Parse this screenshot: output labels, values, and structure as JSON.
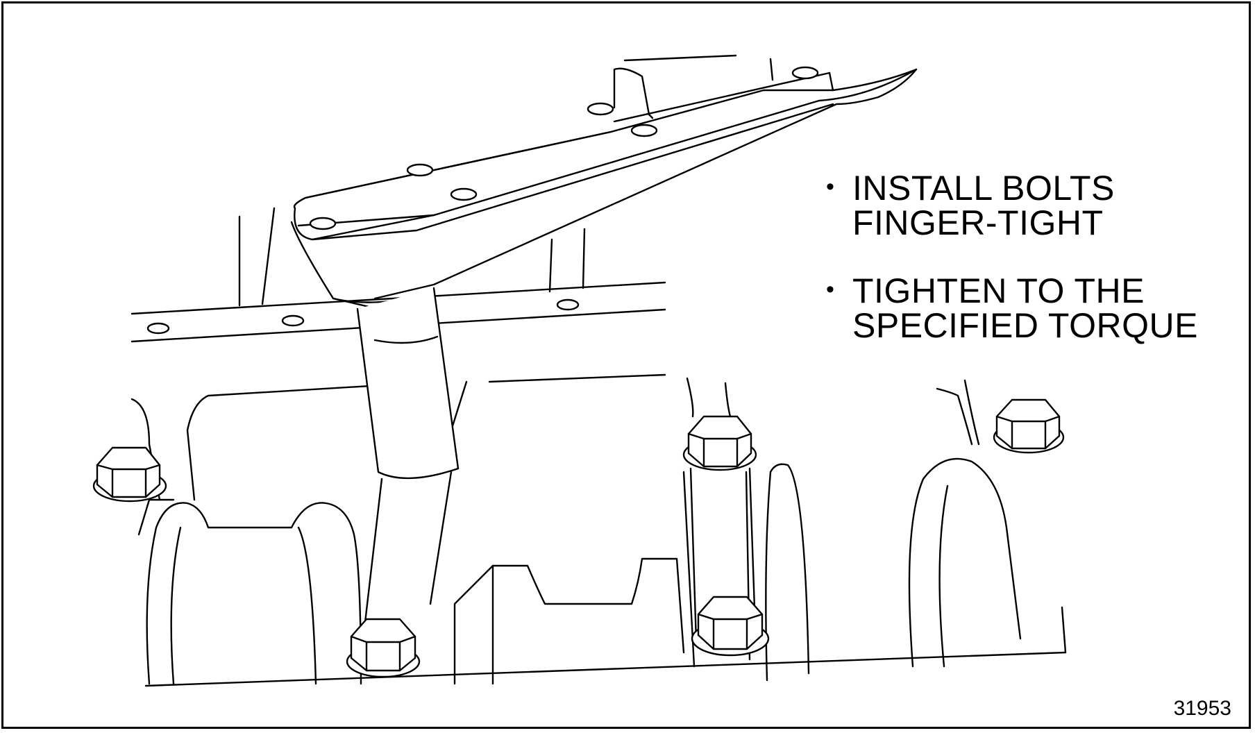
{
  "callouts": [
    {
      "bullet": "•",
      "text": "INSTALL BOLTS\nFINGER-TIGHT"
    },
    {
      "bullet": "•",
      "text": "TIGHTEN TO THE\nSPECIFIED TORQUE"
    }
  ],
  "figure_number": "31953",
  "colors": {
    "line": "#000000",
    "background": "#ffffff"
  }
}
